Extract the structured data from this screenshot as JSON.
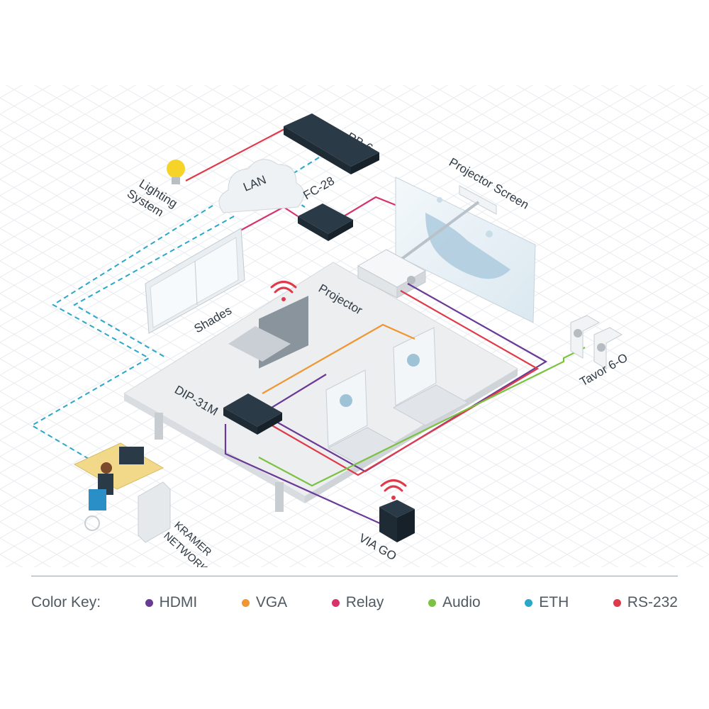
{
  "labels": {
    "rb6": "RB-6",
    "lighting_line1": "Lighting",
    "lighting_line2": "System",
    "lan": "LAN",
    "fc28": "FC-28",
    "projector_screen": "Projector Screen",
    "shades": "Shades",
    "projector": "Projector",
    "dip31m": "DIP-31M",
    "tavor": "Tavor 6-O",
    "kramer_line1": "KRAMER",
    "kramer_line2": "NETWORK",
    "via_go": "VIA GO"
  },
  "colors": {
    "hdmi": "#6b3a96",
    "vga": "#f0952f",
    "relay": "#d6336c",
    "audio": "#7cc242",
    "eth": "#2aa7c9",
    "rs232": "#e03a4a"
  },
  "color_key": {
    "title": "Color Key:",
    "items": [
      {
        "label": "HDMI",
        "color": "#6b3a96"
      },
      {
        "label": "VGA",
        "color": "#f0952f"
      },
      {
        "label": "Relay",
        "color": "#d6336c"
      },
      {
        "label": "Audio",
        "color": "#7cc242"
      },
      {
        "label": "ETH",
        "color": "#2aa7c9"
      },
      {
        "label": "RS-232",
        "color": "#e03a4a"
      }
    ]
  }
}
